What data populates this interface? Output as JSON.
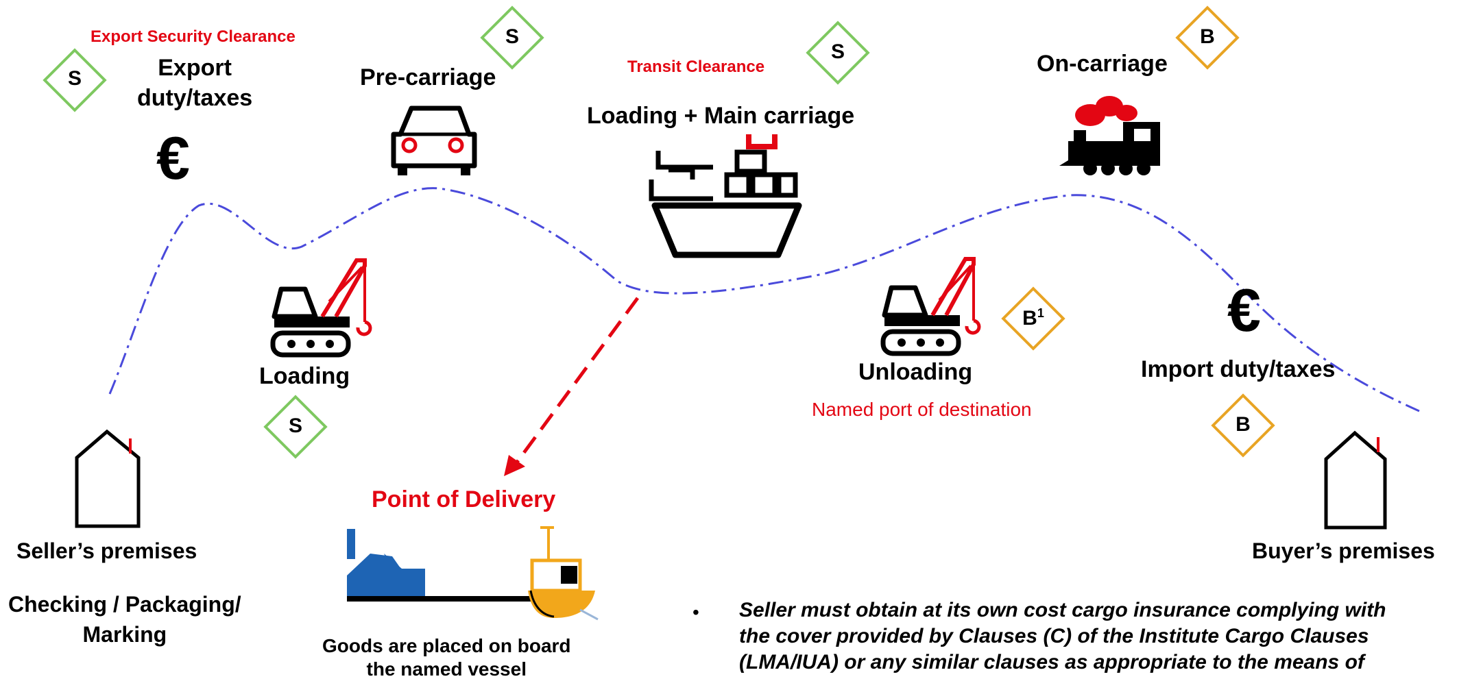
{
  "labels": {
    "export_security_clearance": "Export Security Clearance",
    "export_duty_taxes": "Export\nduty/taxes",
    "pre_carriage": "Pre-carriage",
    "transit_clearance": "Transit Clearance",
    "loading_main_carriage": "Loading + Main carriage",
    "on_carriage": "On-carriage",
    "loading": "Loading",
    "unloading": "Unloading",
    "named_port": "Named port of destination",
    "import_duty_taxes": "Import duty/taxes",
    "point_of_delivery": "Point of Delivery",
    "goods_placed": "Goods are placed on board\nthe named vessel",
    "seller_premises": "Seller’s premises",
    "checking_packaging": "Checking / Packaging/\nMarking",
    "buyer_premises": "Buyer’s premises",
    "euro_symbol": "€"
  },
  "badges": {
    "seller": "S",
    "buyer": "B",
    "buyer_sup": "1"
  },
  "note": {
    "bullet": "•",
    "text": "Seller must obtain at its own cost cargo insurance complying with\nthe cover provided by Clauses (C) of the Institute Cargo Clauses\n(LMA/IUA) or any similar clauses as appropriate to the means of"
  },
  "colors": {
    "seller_badge": "#7ec860",
    "buyer_badge": "#e8a424",
    "route_line": "#4a4adb",
    "accent_red": "#e30613",
    "building_blue": "#1e64b4",
    "boat_orange": "#f2a71b"
  },
  "icons": [
    "euro-icon",
    "car-icon",
    "ship-icon",
    "train-icon",
    "crane-icon",
    "house-icon",
    "port-illustration-icon"
  ]
}
